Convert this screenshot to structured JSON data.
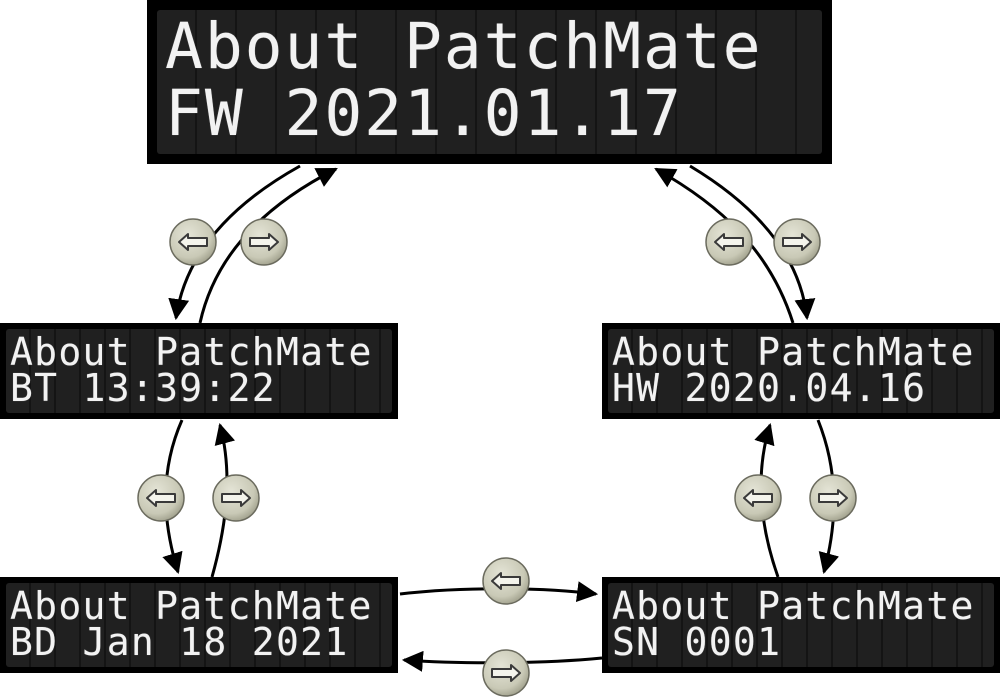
{
  "screens": {
    "fw": {
      "line1": "About PatchMate",
      "line2": "FW 2021.01.17"
    },
    "bt": {
      "line1": "About PatchMate",
      "line2": "BT 13:39:22"
    },
    "hw": {
      "line1": "About PatchMate",
      "line2": "HW 2020.04.16"
    },
    "bd": {
      "line1": "About PatchMate",
      "line2": "BD Jan 18 2021"
    },
    "sn": {
      "line1": "About PatchMate",
      "line2": "SN 0001"
    }
  },
  "buttons": {
    "left_icon": "left-arrow-icon",
    "right_icon": "right-arrow-icon"
  },
  "colors": {
    "lcd_background": "#202020",
    "lcd_text": "#f2f2f2",
    "button_fill": "#c9c9b6",
    "button_arrow": "#3a3a3a"
  }
}
